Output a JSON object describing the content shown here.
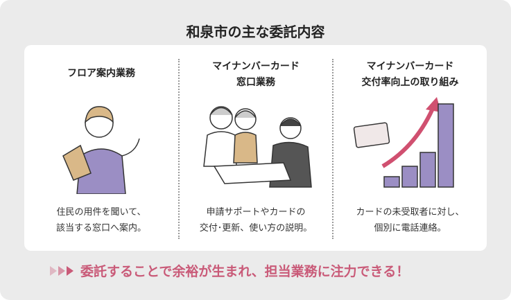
{
  "title": "和泉市の主な委託内容",
  "columns": [
    {
      "heading_lines": [
        "フロア案内業務"
      ],
      "body_lines": [
        "住民の用件を聞いて、",
        "該当する窓口へ案内。"
      ]
    },
    {
      "heading_lines": [
        "マイナンバーカード",
        "窓口業務"
      ],
      "body_lines": [
        "申請サポートやカードの",
        "交付･更新、使い方の説明。"
      ]
    },
    {
      "heading_lines": [
        "マイナンバーカード",
        "交付率向上の取り組み"
      ],
      "body_lines": [
        "カードの未受取者に対し、",
        "個別に電話連絡。"
      ]
    }
  ],
  "bottom_message": "委託することで余裕が生まれ、担当業務に注力できる！",
  "colors": {
    "accent": "#c95a78",
    "purple": "#9b8ec4"
  }
}
